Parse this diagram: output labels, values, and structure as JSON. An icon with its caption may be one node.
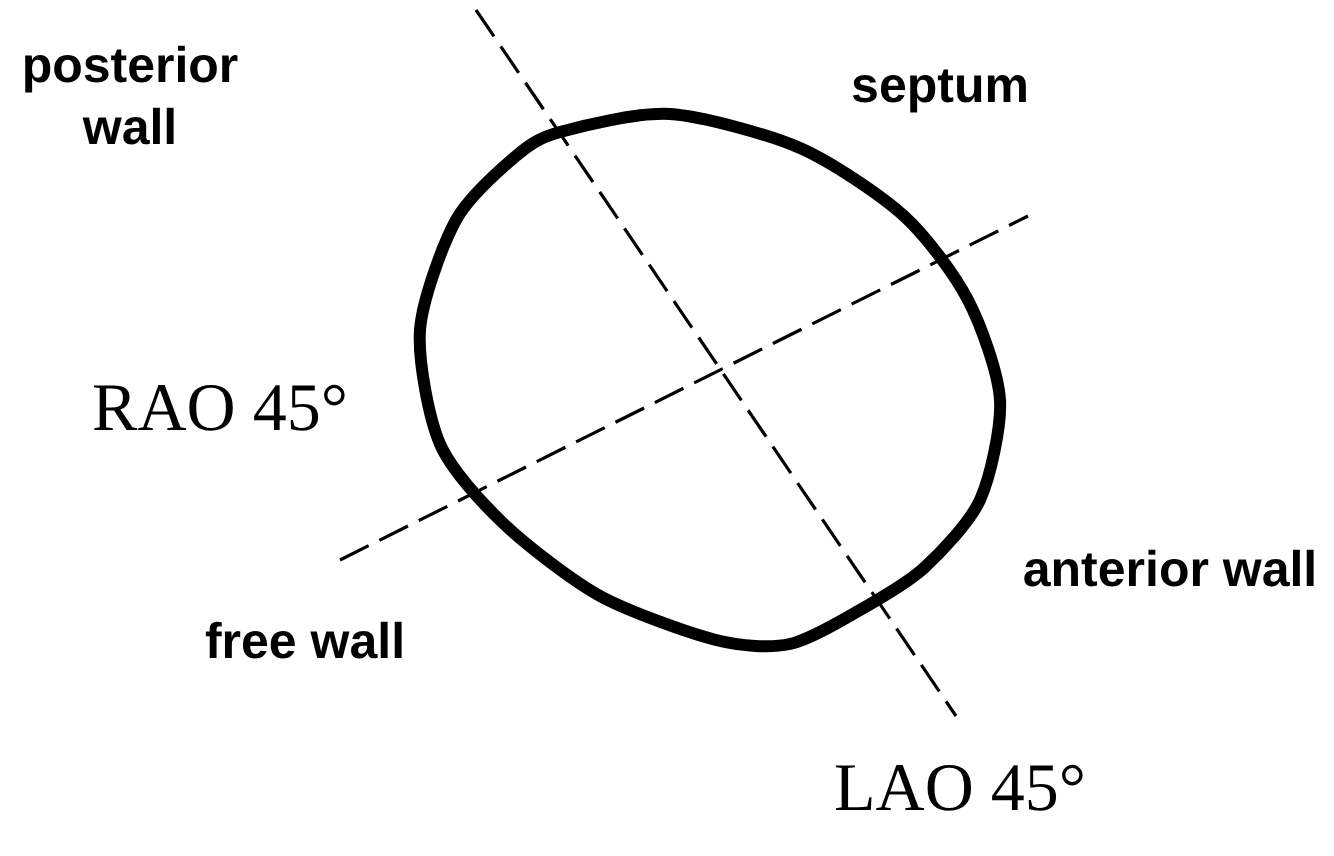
{
  "diagram": {
    "labels": [
      "posterior wall",
      "septum",
      "RAO 45°",
      "anterior wall",
      "free wall",
      "LAO 45°"
    ]
  }
}
